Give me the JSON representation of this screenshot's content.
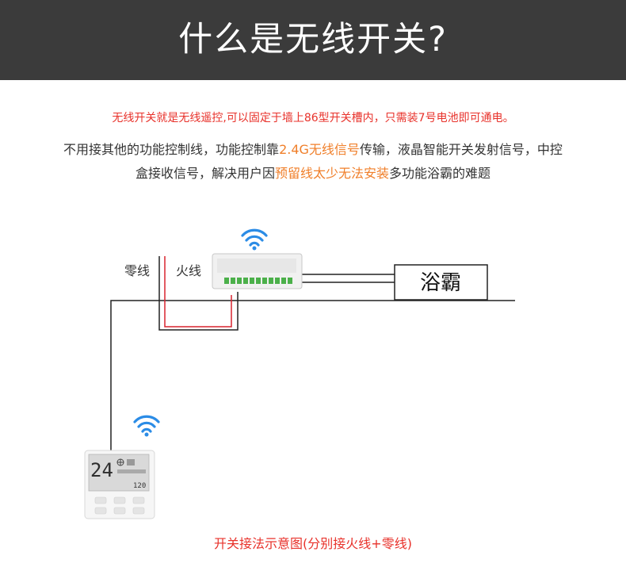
{
  "banner": {
    "title": "什么是无线开关?"
  },
  "note": "无线开关就是无线遥控,可以固定于墙上86型开关槽内，只需装7号电池即可通电。",
  "description": {
    "line1_a": "不用接其他的功能控制线，功能控制靠",
    "line1_highlight": "2.4G无线信号",
    "line1_b": "传输，液晶智能开关发射信号，中控",
    "line2_a": "盒接收信号，解决用户因",
    "line2_highlight": "预留线太少无法安装",
    "line2_b": "多功能浴霸的难题"
  },
  "diagram": {
    "neutral_label": "零线",
    "live_label": "火线",
    "heater_label": "浴霸",
    "lcd_digits": "24",
    "lcd_small": "120"
  },
  "caption": "开关接法示意图(分别接火线+零线)",
  "colors": {
    "banner_bg": "#3b3b3b",
    "red": "#e8322b",
    "orange": "#f07f2a",
    "wifi_blue": "#2b8ce6"
  }
}
